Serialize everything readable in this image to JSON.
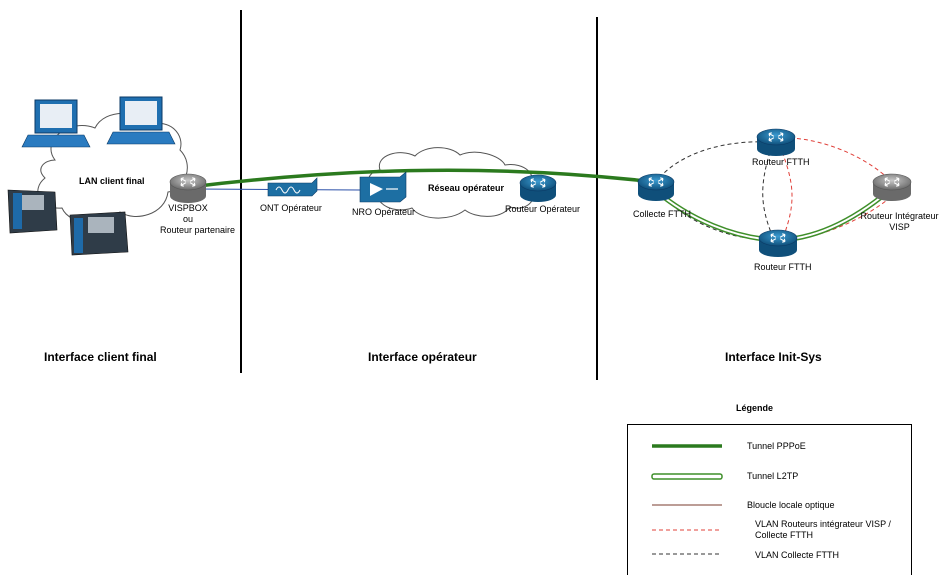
{
  "clouds": {
    "lan": "LAN client final",
    "operator": "Réseau opérateur"
  },
  "devices": {
    "vispbox": [
      "VISPBOX",
      "ou",
      "Routeur partenaire"
    ],
    "ont": "ONT Opérateur",
    "nro": "NRO Opérateur",
    "operator_router": "Routeur Opérateur",
    "collecte": "Collecte FTTH",
    "ftth_top": "Routeur FTTH",
    "ftth_bottom": "Routeur FTTH",
    "integrator": [
      "Routeur Intégrateur",
      "VISP"
    ]
  },
  "zones": {
    "client": "Interface client final",
    "operator": "Interface opérateur",
    "initsys": "Interface Init-Sys"
  },
  "legend": {
    "title": "Légende",
    "items": [
      {
        "label": "Tunnel PPPoE"
      },
      {
        "label": "Tunnel L2TP"
      },
      {
        "label": "Bloucle locale optique"
      },
      {
        "label": "VLAN Routeurs intégrateur VISP / Collecte FTTH"
      },
      {
        "label": "VLAN Collecte FTTH"
      }
    ]
  },
  "colors": {
    "pppoe": "#2b7a1e",
    "l2tp": "#3f8f2a",
    "optical_loop": "#7a3b2e",
    "vlan_integrator": "#e0403a",
    "vlan_collecte": "#333333",
    "router_blue": "#1d6fa3",
    "router_grey": "#8c8c8c"
  }
}
